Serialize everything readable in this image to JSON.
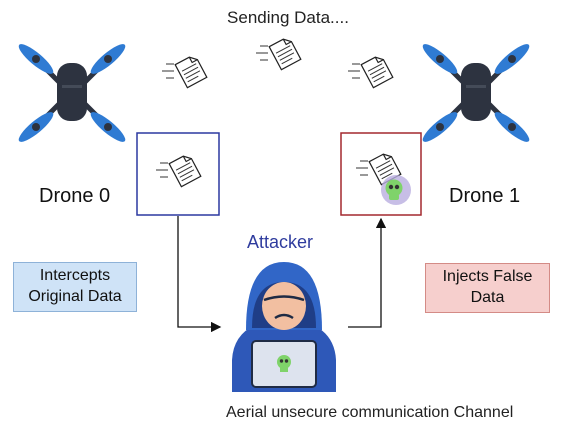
{
  "title": "Sending Data....",
  "drone0": {
    "label": "Drone 0"
  },
  "drone1": {
    "label": "Drone 1"
  },
  "attacker": {
    "label": "Attacker"
  },
  "intercepts_note": {
    "line1": "Intercepts",
    "line2": "Original Data"
  },
  "injects_note": {
    "line1": "Injects False",
    "line2": "Data"
  },
  "channel_label": "Aerial unsecure communication Channel",
  "colors": {
    "drone_body": "#2d3340",
    "propeller": "#2f7bd3",
    "intercept_frame": "#2c39a0",
    "inject_frame": "#a3282f",
    "hoodie": "#2e58b8",
    "skull": "#7fd36a"
  }
}
